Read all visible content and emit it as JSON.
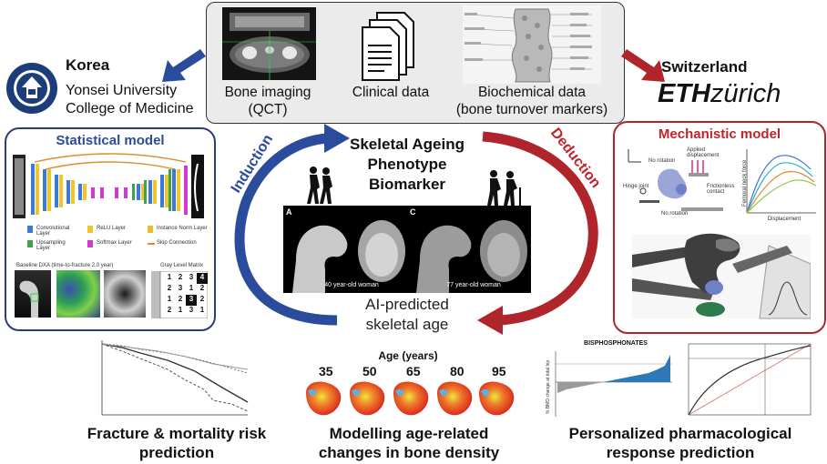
{
  "top_box": {
    "items": [
      {
        "line1": "Bone imaging",
        "line2": "(QCT)"
      },
      {
        "line1": "Clinical data",
        "line2": ""
      },
      {
        "line1": "Biochemical data",
        "line2": "(bone turnover markers)"
      }
    ]
  },
  "left_side": {
    "country": "Korea",
    "institution_line1": "Yonsei University",
    "institution_line2": "College of Medicine",
    "panel_title": "Statistical model",
    "legend": [
      "Convolutional Layer",
      "ReLU Layer",
      "Instance Norm Layer",
      "Upsampling Layer",
      "Softmax Layer",
      "Skip Connection"
    ],
    "dxa_caption": "Baseline DXA (time-to-fracture 2.0 year)",
    "glm_caption": "Gray Level Matrix",
    "glm_values": [
      [
        "1",
        "2",
        "3",
        "4"
      ],
      [
        "2",
        "3",
        "1",
        "2"
      ],
      [
        "1",
        "2",
        "3",
        "2"
      ],
      [
        "2",
        "1",
        "3",
        "1"
      ]
    ]
  },
  "right_side": {
    "country": "Switzerland",
    "logo_bold": "ETH",
    "logo_light": "zürich",
    "panel_title": "Mechanistic model",
    "mech_labels": [
      "Applied displacement",
      "No rotation",
      "Hinge joint",
      "Frictionless contact",
      "No rotation"
    ],
    "chart_xlabel": "Displacement",
    "chart_ylabel": "Femoral neck force"
  },
  "center": {
    "title_line1": "Skeletal Ageing",
    "title_line2": "Phenotype",
    "title_line3": "Biomarker",
    "induction_label": "Induction",
    "deduction_label": "Deduction",
    "scan_label_a": "A",
    "scan_label_c": "C",
    "scan_caption_left": "40 year-old woman",
    "scan_caption_right": "77 year-old woman",
    "subtitle_line1": "AI-predicted",
    "subtitle_line2": "skeletal age"
  },
  "bottom": {
    "age_title": "Age (years)",
    "ages": [
      "35",
      "50",
      "65",
      "80",
      "95"
    ],
    "bisphos_title": "BISPHOSPHONATES",
    "bisphos_ylabel": "% BMD change at total hip",
    "captions": [
      {
        "line1": "Fracture & mortality risk",
        "line2": "prediction"
      },
      {
        "line1": "Modelling age-related",
        "line2": "changes in bone density"
      },
      {
        "line1": "Personalized pharmacological",
        "line2": "response prediction"
      }
    ]
  },
  "colors": {
    "blue_arrow": "#2b4b9c",
    "red_arrow": "#b0242b",
    "left_panel_border": "#2c3e75",
    "right_panel_border": "#b0242b"
  }
}
